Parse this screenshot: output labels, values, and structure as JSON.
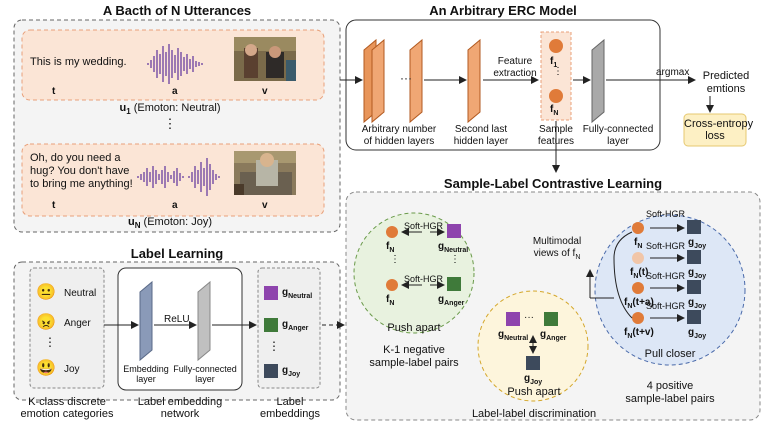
{
  "utterances": {
    "title": "A Bacth of N Utterances",
    "u1": {
      "text": "This is my wedding.",
      "mod_t": "t",
      "mod_a": "a",
      "mod_v": "v",
      "name": "u",
      "sub": "1",
      "label": "(Emoton: Neutral)"
    },
    "dots": "⋮",
    "uN": {
      "text_lines": [
        "Oh, do you need a",
        "hug? You don't have",
        "to bring me anything!"
      ],
      "mod_t": "t",
      "mod_a": "a",
      "mod_v": "v",
      "name": "u",
      "sub": "N",
      "label": "(Emoton: Joy)"
    }
  },
  "erc_model": {
    "title": "An Arbitrary ERC Model",
    "hidden_label": [
      "Arbitrary number",
      "of hidden layers"
    ],
    "second_last_label": [
      "Second last",
      "hidden layer"
    ],
    "feature_extraction": [
      "Feature",
      "extraction"
    ],
    "sample_features_label": [
      "Sample",
      "features"
    ],
    "fc_label": [
      "Fully-connected",
      "layer"
    ],
    "f1": "f",
    "f1_sub": "1",
    "fN": "f",
    "fN_sub": "N",
    "argmax": "argmax",
    "predicted": [
      "Predicted",
      "emtions"
    ],
    "loss": [
      "Cross-entropy",
      "loss"
    ]
  },
  "label_learning": {
    "title": "Label Learning",
    "emotions": [
      {
        "name": "Neutral",
        "emoji": "😐"
      },
      {
        "name": "Anger",
        "emoji": "😠"
      },
      {
        "name": "Joy",
        "emoji": "😃"
      }
    ],
    "categories_label": [
      "K-class discrete",
      "emotion categories"
    ],
    "relu": "ReLU",
    "embedding_layer": [
      "Embedding",
      "layer"
    ],
    "fc_layer": [
      "Fully-connected",
      "layer"
    ],
    "network_label": [
      "Label embedding",
      "network"
    ],
    "embeddings": [
      {
        "g": "g",
        "sub": "Neutral",
        "color": "#8e44ad"
      },
      {
        "g": "g",
        "sub": "Anger",
        "color": "#3f7a3a"
      },
      {
        "g": "g",
        "sub": "Joy",
        "color": "#3d4a5c"
      }
    ],
    "embeddings_label": [
      "Label",
      "embeddings"
    ]
  },
  "contrastive": {
    "title": "Sample-Label Contrastive Learning",
    "soft_hgr": "Soft-HGR",
    "push_apart": "Push apart",
    "negative_label": [
      "K-1 negative",
      "sample-label pairs"
    ],
    "multimodal": [
      "Multimodal",
      "views of f"
    ],
    "multimodal_sub": "N",
    "pull_closer": "Pull closer",
    "positive_label": [
      "4 positive",
      "sample-label pairs"
    ],
    "label_label": "Label-label discrimination",
    "views": [
      {
        "f": "f",
        "sub": "N",
        "suffix": ""
      },
      {
        "f": "f",
        "sub": "N",
        "suffix": "(t)"
      },
      {
        "f": "f",
        "sub": "N",
        "suffix": "(t+a)"
      },
      {
        "f": "f",
        "sub": "N",
        "suffix": "(t+v)"
      }
    ],
    "g": "g",
    "g_neutral": "Neutral",
    "g_anger": "Anger",
    "g_joy": "Joy",
    "ellipsis": "···",
    "vdots": "⋮",
    "colors": {
      "orange": "#e07b39",
      "light_orange": "#f1c6a8",
      "purple": "#8e44ad",
      "green": "#3f7a3a",
      "slate": "#3d4a5c"
    }
  }
}
